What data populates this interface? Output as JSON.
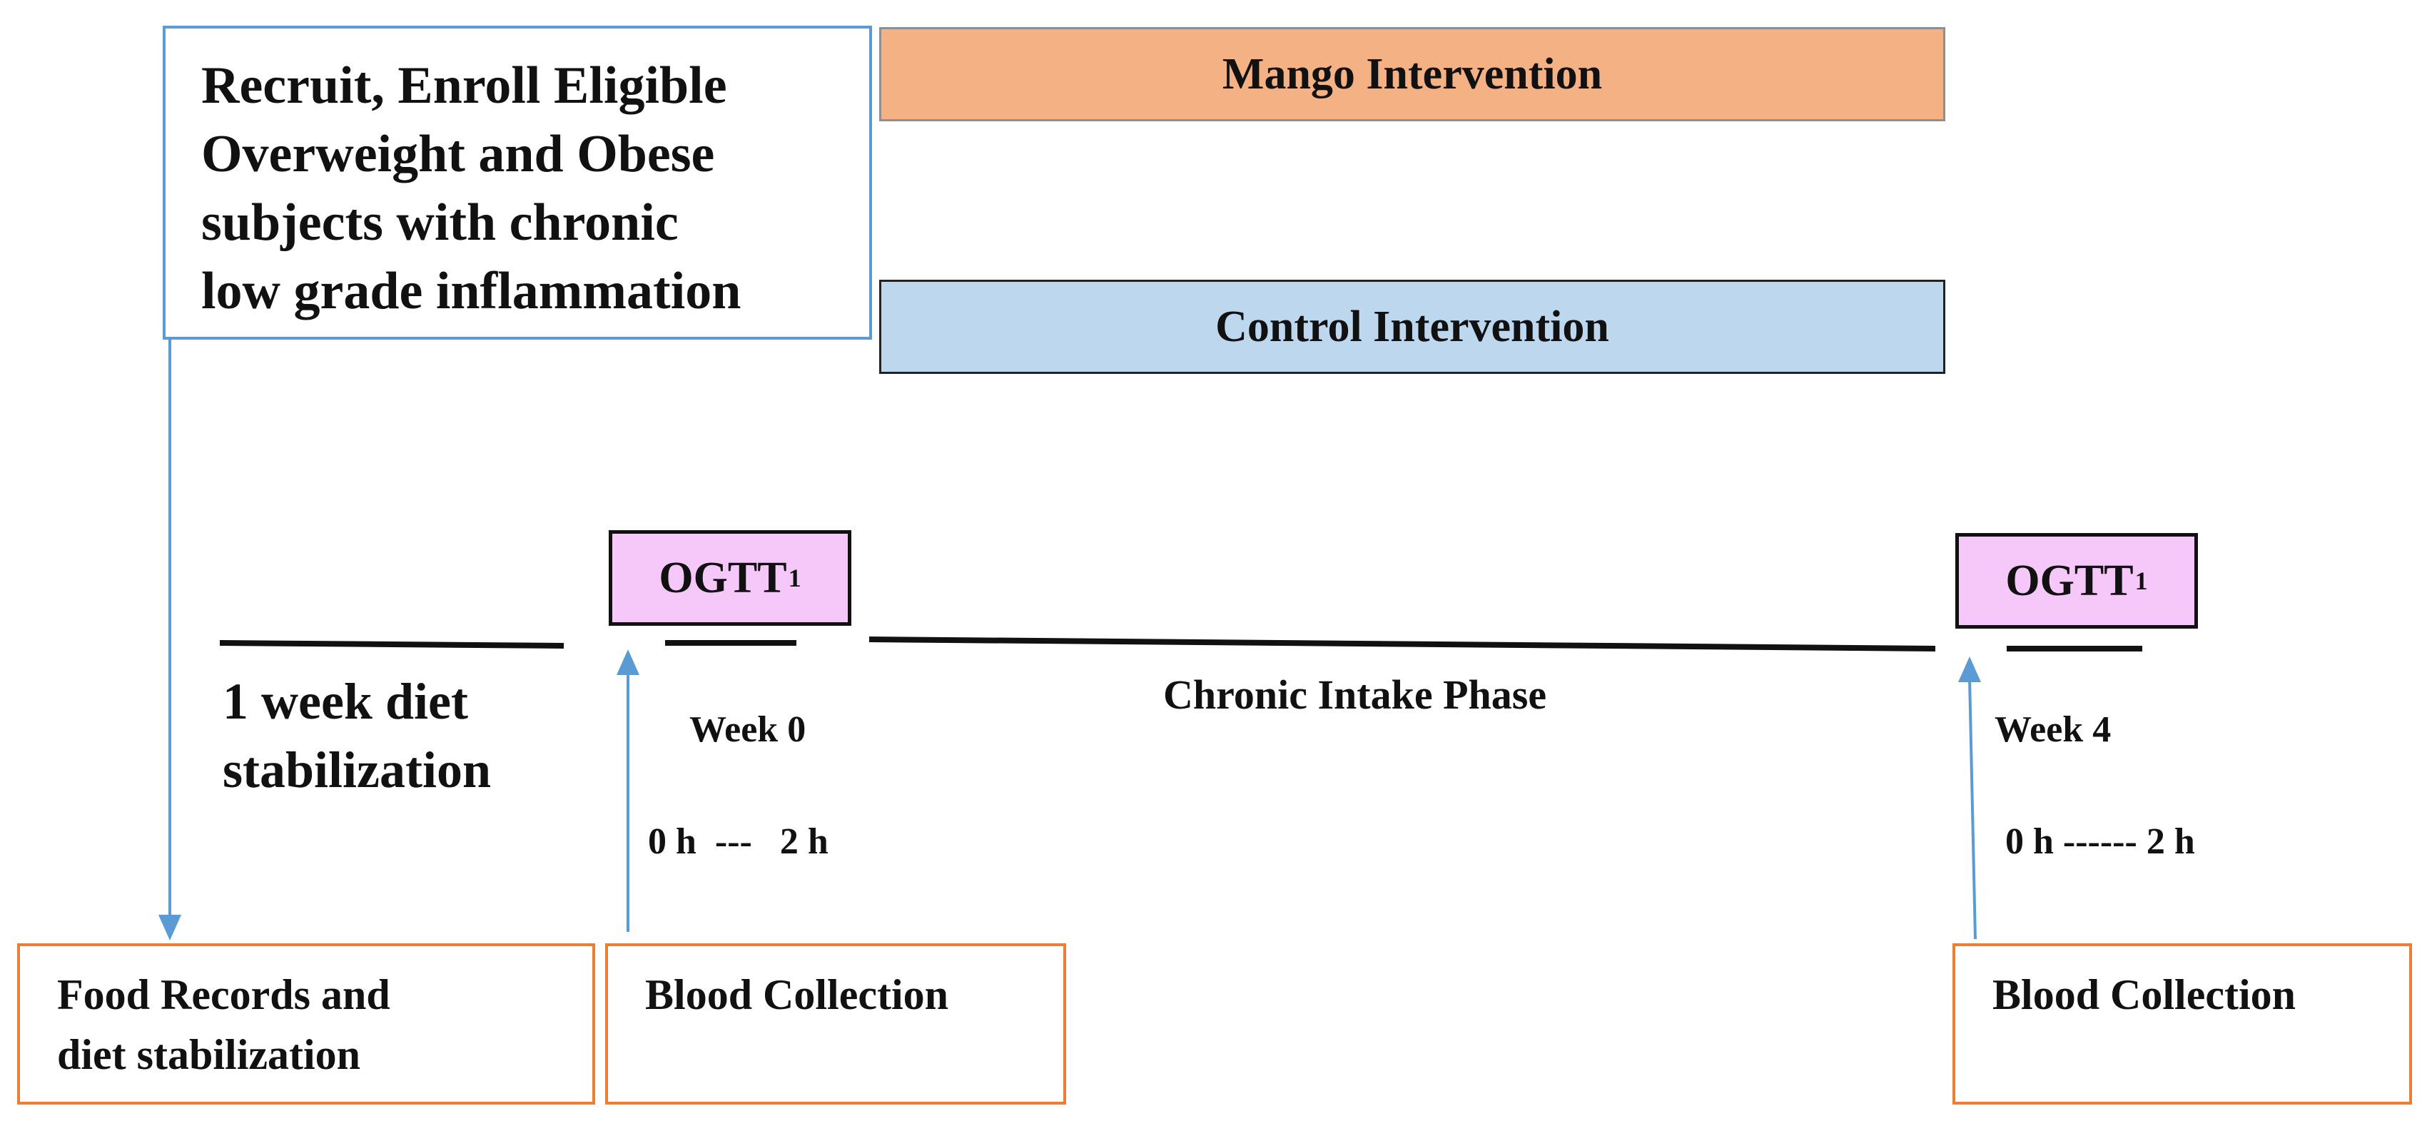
{
  "recruit_box": {
    "lines": [
      "Recruit, Enroll Eligible",
      "Overweight and Obese",
      "subjects with chronic",
      "low grade inflammation"
    ]
  },
  "interventions": {
    "mango": "Mango Intervention",
    "control": "Control Intervention"
  },
  "ogtt": {
    "label": "OGTT",
    "superscript": "1"
  },
  "timeline": {
    "stabilization": [
      "1 week diet",
      "stabilization"
    ],
    "week0": "Week 0",
    "week4": "Week 4",
    "hours_week0": "0 h  ---   2 h",
    "hours_week4": "0 h ------ 2 h",
    "chronic_phase": "Chronic Intake Phase"
  },
  "boxes": {
    "food_records": [
      "Food Records and",
      "diet stabilization"
    ],
    "blood_collection_1": "Blood Collection",
    "blood_collection_2": "Blood Collection"
  },
  "colors": {
    "mango": "#f4b183",
    "control": "#bdd7ee",
    "ogtt": "#f6c8fa",
    "box_border_blue": "#5b9bd5",
    "box_border_orange": "#ed7d31",
    "arrow": "#5b9bd5"
  }
}
